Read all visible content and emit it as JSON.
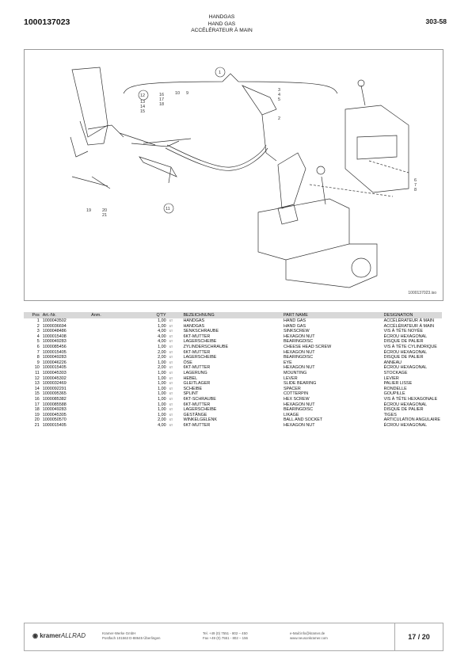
{
  "header": {
    "doc_number": "1000137023",
    "title_de": "HANDGAS",
    "title_en": "HAND GAS",
    "title_fr": "ACCÉLÉRATEUR À MAIN",
    "page_code": "303-58"
  },
  "drawing": {
    "id": "1000137023.iso",
    "callouts": [
      "1",
      "2",
      "3",
      "4",
      "5",
      "6",
      "7",
      "8",
      "9",
      "10",
      "11",
      "12",
      "13",
      "14",
      "15",
      "16",
      "17",
      "18",
      "19",
      "20",
      "21"
    ]
  },
  "table": {
    "headers": [
      "Pos",
      "Art.-Nr.",
      "Anm.",
      "Q'TY",
      "",
      "BEZEICHNUNG",
      "PART NAME",
      "DESIGNATION"
    ],
    "rows": [
      [
        "1",
        "1000043502",
        "",
        "1,00",
        "ST",
        "HANDGAS",
        "HAND GAS",
        "ACCÉLÉRATEUR À MAIN"
      ],
      [
        "2",
        "1000036694",
        "",
        "1,00",
        "ST",
        "HANDGAS",
        "HAND GAS",
        "ACCÉLÉRATEUR À MAIN"
      ],
      [
        "3",
        "1000048486",
        "",
        "4,00",
        "ST",
        "SENKSCHRAUBE",
        "SINKSCREW",
        "VIS À TÊTE NOYÉE"
      ],
      [
        "4",
        "1000015408",
        "",
        "4,00",
        "ST",
        "6KT-MUTTER",
        "HEXAGON NUT",
        "ÉCROU HEXAGONAL"
      ],
      [
        "5",
        "1000049283",
        "",
        "4,00",
        "ST",
        "LAGERSCHEIBE",
        "BEARINGDISC",
        "DISQUE DE PALIER"
      ],
      [
        "6",
        "1000085456",
        "",
        "1,00",
        "ST",
        "ZYLINDERSCHRAUBE",
        "CHEESE HEAD SCREW",
        "VIS À TÊTE CYLINDRIQUE"
      ],
      [
        "7",
        "1000015405",
        "",
        "2,00",
        "ST",
        "6KT-MUTTER",
        "HEXAGON NUT",
        "ÉCROU HEXAGONAL"
      ],
      [
        "8",
        "1000049283",
        "",
        "2,00",
        "ST",
        "LAGERSCHEIBE",
        "BEARINGDISC",
        "DISQUE DE PALIER"
      ],
      [
        "9",
        "1000046226",
        "",
        "1,00",
        "ST",
        "ÖSE",
        "EYE",
        "ANNEAU"
      ],
      [
        "10",
        "1000015405",
        "",
        "2,00",
        "ST",
        "6KT-MUTTER",
        "HEXAGON NUT",
        "ÉCROU HEXAGONAL"
      ],
      [
        "11",
        "1000045303",
        "",
        "1,00",
        "ST",
        "LAGERUNG",
        "MOUNTING",
        "STOCKAGE"
      ],
      [
        "12",
        "1000045302",
        "",
        "1,00",
        "ST",
        "HEBEL",
        "LEVER",
        "LEVIER"
      ],
      [
        "13",
        "1000032469",
        "",
        "1,00",
        "ST",
        "GLEITLAGER",
        "SLIDE BEARING",
        "PALIER LISSE"
      ],
      [
        "14",
        "1000092291",
        "",
        "1,00",
        "ST",
        "SCHEIBE",
        "SPACER",
        "RONDELLE"
      ],
      [
        "15",
        "1000095365",
        "",
        "1,00",
        "ST",
        "SPLINT",
        "COTTERPIN",
        "GOUPILLE"
      ],
      [
        "16",
        "1000085382",
        "",
        "1,00",
        "ST",
        "6KT-SCHRAUBE",
        "HEX SCREW",
        "VIS À TÊTE HEXAGONALE"
      ],
      [
        "17",
        "1000085588",
        "",
        "1,00",
        "ST",
        "6KT-MUTTER",
        "HEXAGON NUT",
        "ÉCROU HEXAGONAL"
      ],
      [
        "18",
        "1000049283",
        "",
        "1,00",
        "ST",
        "LAGERSCHEIBE",
        "BEARINGDISC",
        "DISQUE DE PALIER"
      ],
      [
        "19",
        "1000045305",
        "",
        "1,00",
        "ST",
        "GESTÄNGE",
        "LIKAGE",
        "TIGES"
      ],
      [
        "20",
        "1000050570",
        "",
        "2,00",
        "ST",
        "WINKELGELENK",
        "BALL AND SOCKET",
        "ARTICULATION ANGULAIRE"
      ],
      [
        "21",
        "1000015405",
        "",
        "4,00",
        "ST",
        "6KT-MUTTER",
        "HEXAGON NUT",
        "ÉCROU HEXAGONAL"
      ]
    ]
  },
  "footer": {
    "logo_main": "kramer",
    "logo_sub": "ALLRAD",
    "company_line1": "Kramer-Werke GmbH",
    "company_line2": "Postfach 101563 D-88645 Überlingen",
    "phone": "Tel. +49 (0) 7551 - 802 – 450",
    "fax": "Fax +49 (0) 7551 - 802 – 156",
    "email": "e-Mail:info@kramer.de",
    "web": "www.neusonkramer.com",
    "page": "17 / 20"
  }
}
